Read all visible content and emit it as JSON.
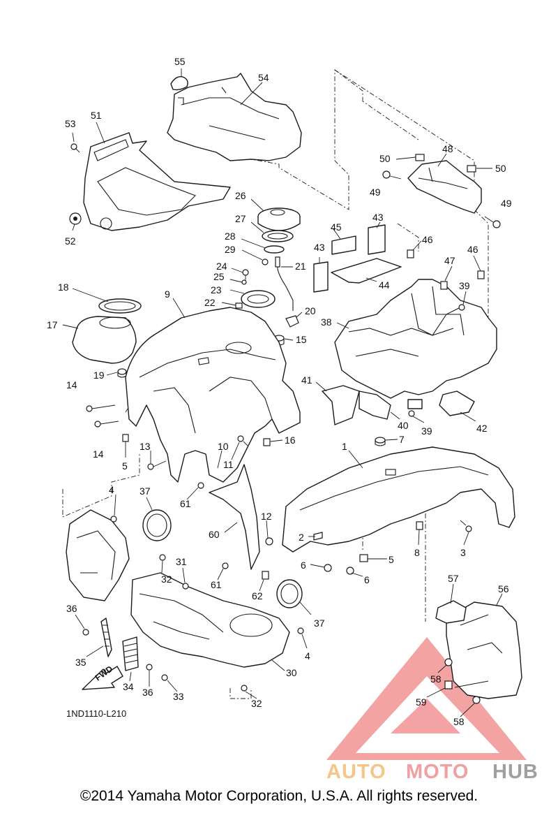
{
  "diagram": {
    "code": "1ND1110-L210",
    "fwd_label": "FWD",
    "copyright": "©2014 Yamaha Motor Corporation, U.S.A. All rights reserved.",
    "watermark": {
      "part1": "AUTO",
      "part2": "MOTO",
      "part3": "HUB",
      "colors": {
        "auto": "#f5c58a",
        "moto": "#f0a0a0",
        "hub": "#a0a0a0",
        "triangle": "#f08080"
      }
    },
    "callouts": {
      "c55": "55",
      "c54": "54",
      "c53": "53",
      "c51": "51",
      "c52": "52",
      "c26": "26",
      "c27": "27",
      "c28": "28",
      "c29": "29",
      "c21": "21",
      "c24": "24",
      "c25": "25",
      "c23": "23",
      "c22": "22",
      "c20": "20",
      "c15": "15",
      "c18": "18",
      "c17": "17",
      "c19": "19",
      "c9": "9",
      "c14a": "14",
      "c14b": "14",
      "c5a": "5",
      "c13": "13",
      "c10": "10",
      "c11": "11",
      "c16": "16",
      "c45": "45",
      "c43a": "43",
      "c43b": "43",
      "c44": "44",
      "c50a": "50",
      "c48": "48",
      "c50b": "50",
      "c49a": "49",
      "c49b": "49",
      "c46a": "46",
      "c47": "47",
      "c46b": "46",
      "c39a": "39",
      "c38": "38",
      "c41": "41",
      "c40": "40",
      "c39b": "39",
      "c42": "42",
      "c7": "7",
      "c1": "1",
      "c2": "2",
      "c3": "3",
      "c5b": "5",
      "c6a": "6",
      "c6b": "6",
      "c8": "8",
      "c4a": "4",
      "c37a": "37",
      "c61a": "61",
      "c12": "12",
      "c60": "60",
      "c31": "31",
      "c32a": "32",
      "c61b": "61",
      "c62": "62",
      "c36a": "36",
      "c35": "35",
      "c34": "34",
      "c36b": "36",
      "c33": "33",
      "c37b": "37",
      "c4b": "4",
      "c30": "30",
      "c32b": "32",
      "c57": "57",
      "c56": "56",
      "c58a": "58",
      "c59": "59",
      "c58b": "58"
    }
  }
}
